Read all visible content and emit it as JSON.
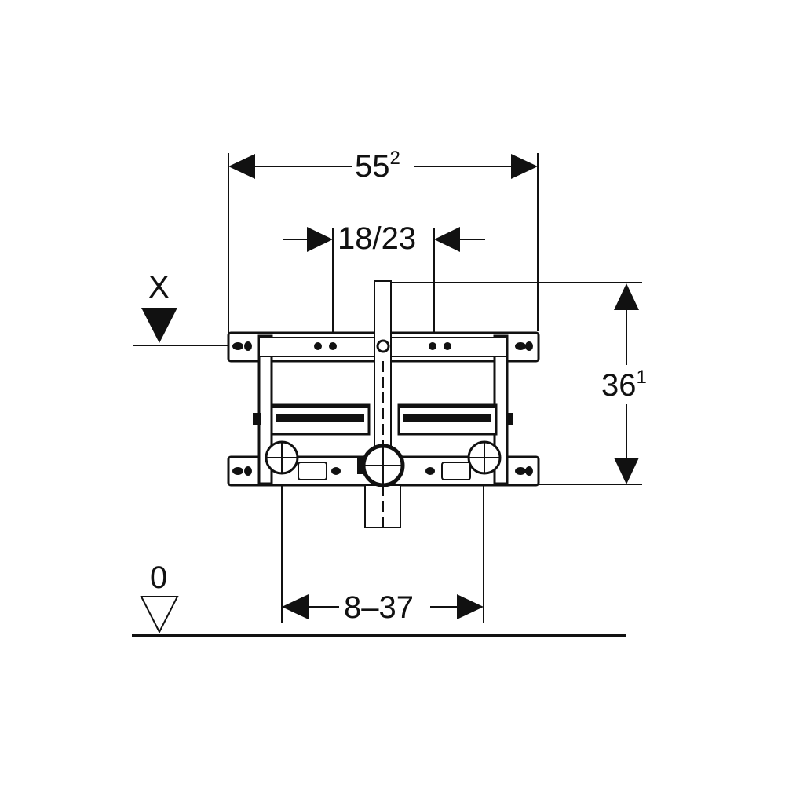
{
  "dimensions": {
    "width_main": "55",
    "width_main_sup": "2",
    "spacing": "18/23",
    "height_main": "36",
    "height_main_sup": "1",
    "valve_spacing": "8–37"
  },
  "markers": {
    "reference_x": "X",
    "floor_level": "0"
  },
  "colors": {
    "line": "#111111",
    "background": "#ffffff"
  }
}
